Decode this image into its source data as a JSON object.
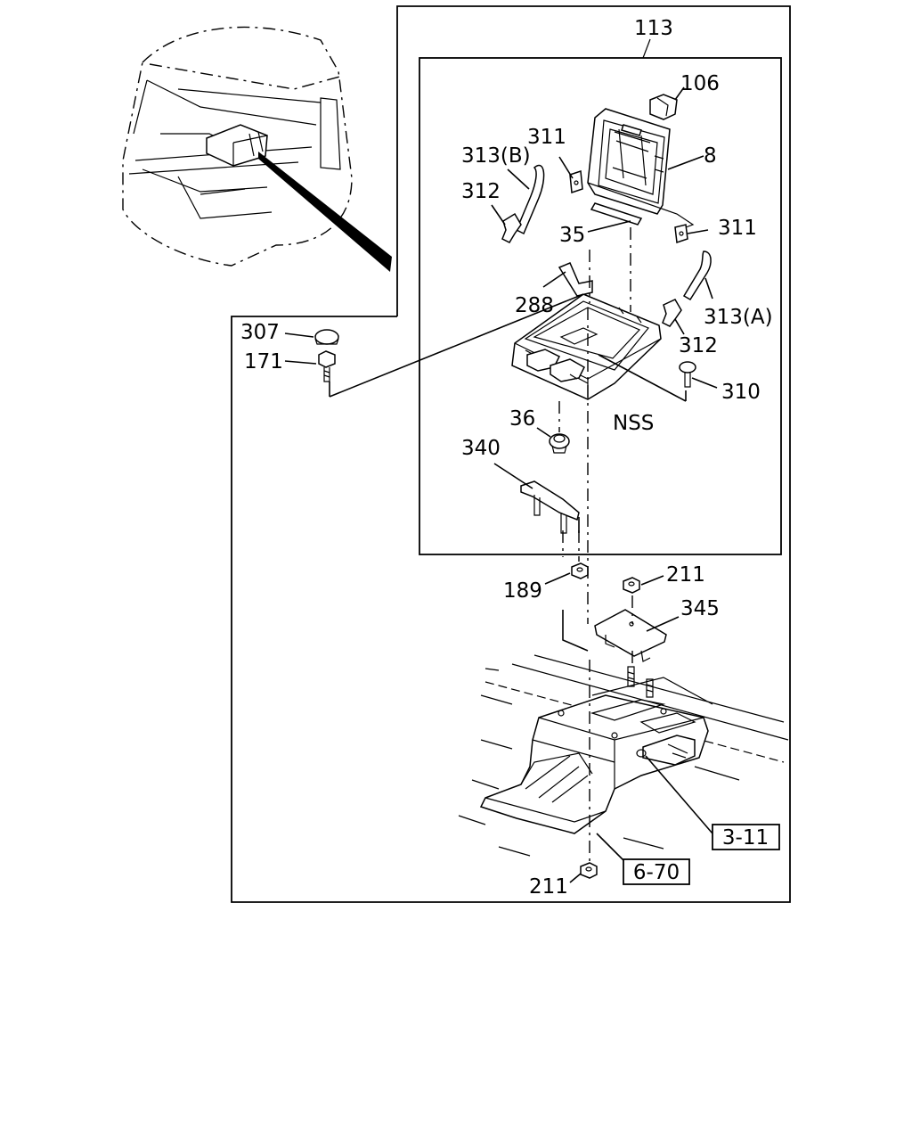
{
  "callouts": {
    "c113": "113",
    "c106": "106",
    "c8": "8",
    "c311a": "311",
    "c311b": "311",
    "c313b": "313(B)",
    "c313a": "313(A)",
    "c312a": "312",
    "c312b": "312",
    "c35": "35",
    "c288": "288",
    "c307": "307",
    "c171": "171",
    "c310": "310",
    "cnss": "NSS",
    "c36": "36",
    "c340": "340",
    "c211a": "211",
    "c211b": "211",
    "c345": "345",
    "c189": "189"
  },
  "refs": {
    "r311": "3-11",
    "r670": "6-70"
  }
}
